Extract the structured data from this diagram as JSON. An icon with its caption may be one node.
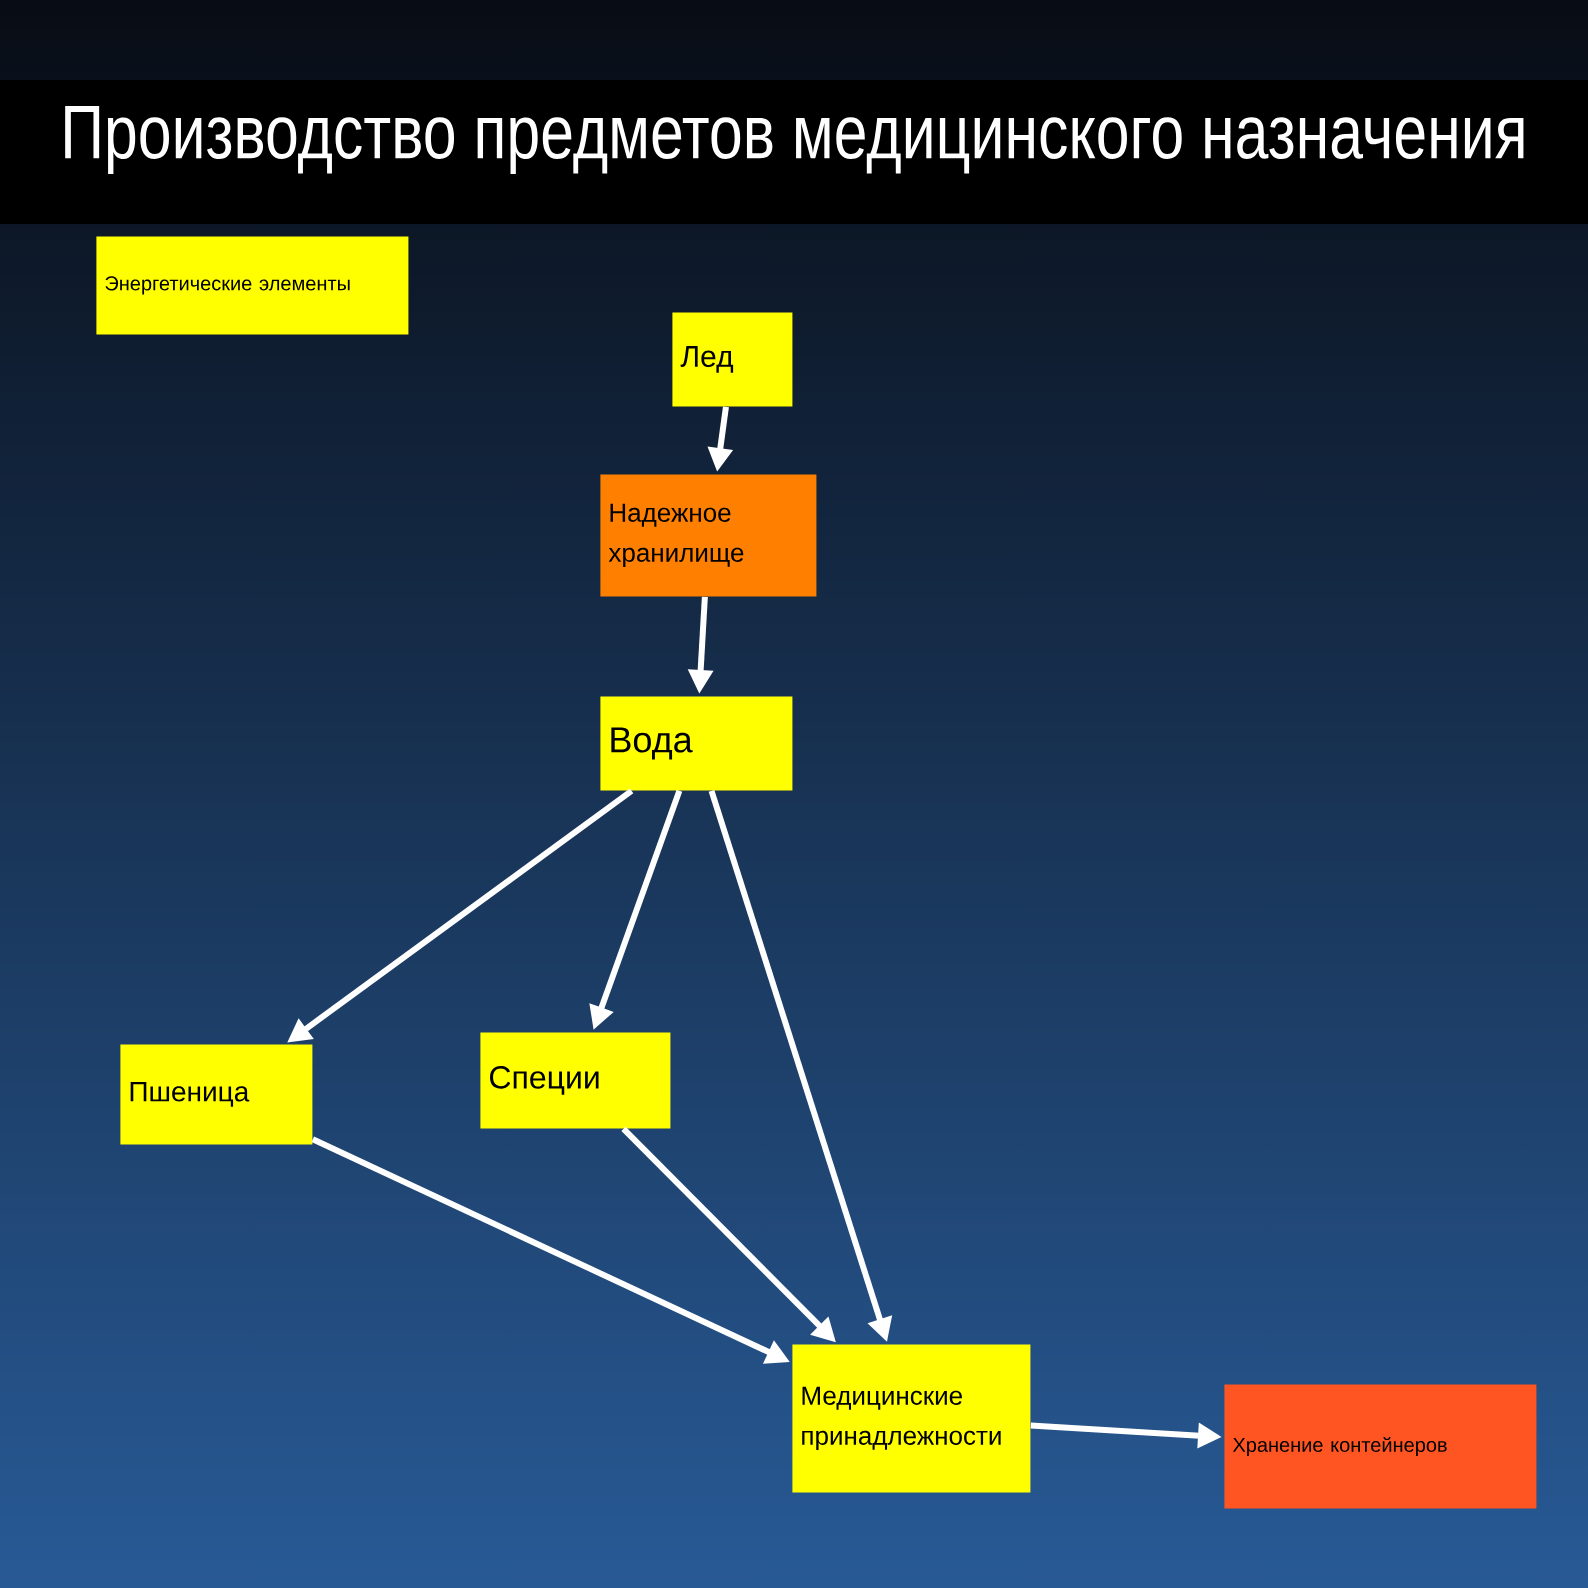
{
  "diagram": {
    "title": "Производство предметов медицинского назначения",
    "nodes": [
      {
        "text": [
          "Энергетические элементы"
        ]
      },
      {
        "text": [
          "Лед"
        ]
      },
      {
        "text": [
          "Надежное хранилище"
        ]
      },
      {
        "text": [
          "Вода"
        ]
      },
      {
        "text": [
          "Пшеница"
        ]
      },
      {
        "text": [
          "Специи"
        ]
      },
      {
        "text": [
          "Медицинские принадлежности"
        ]
      },
      {
        "text": [
          "Хранение контейнеров"
        ]
      }
    ],
    "edges": [
      {
        "from": 1,
        "to": 2,
        "arrow": "to"
      },
      {
        "from": 2,
        "to": 3,
        "arrow": "to"
      },
      {
        "from": 3,
        "to": 4,
        "arrow": "to"
      },
      {
        "from": 3,
        "to": 5,
        "arrow": "to"
      },
      {
        "from": 3,
        "to": 6,
        "arrow": "to"
      },
      {
        "from": 4,
        "to": 6,
        "arrow": "to"
      },
      {
        "from": 5,
        "to": 6,
        "arrow": "to"
      },
      {
        "from": 6,
        "to": 7,
        "arrow": "to"
      }
    ]
  }
}
